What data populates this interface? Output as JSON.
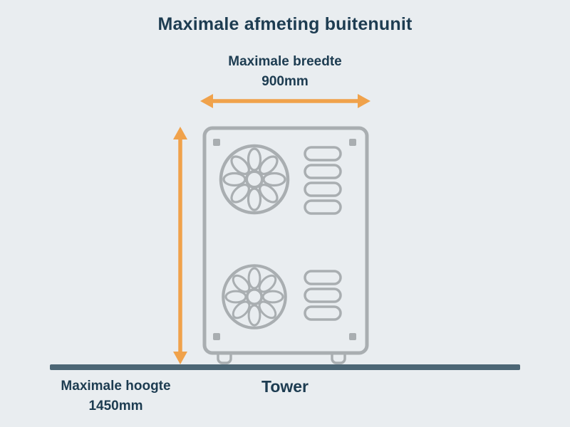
{
  "title": "Maximale afmeting buitenunit",
  "width_dimension": {
    "label": "Maximale breedte",
    "value": "900mm"
  },
  "height_dimension": {
    "label": "Maximale hoogte",
    "value": "1450mm"
  },
  "unit_label": "Tower",
  "icons": {
    "fan": "fan-icon",
    "width_arrow": "horizontal-double-arrow-icon",
    "height_arrow": "vertical-double-arrow-icon"
  },
  "colors": {
    "background": "#E9EDF0",
    "text_dark": "#1D3C51",
    "accent_orange": "#F0A24B",
    "unit_gray": "#A9AEB1",
    "ground": "#4C6675"
  }
}
